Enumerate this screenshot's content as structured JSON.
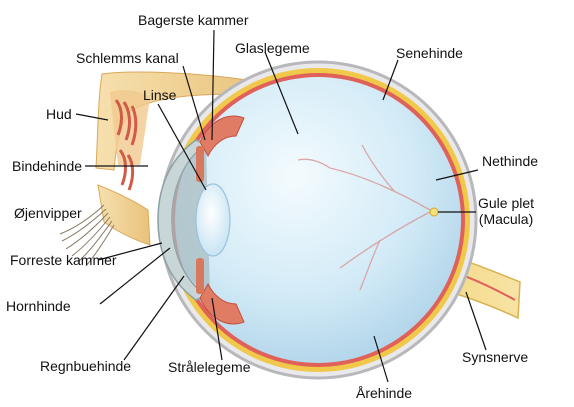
{
  "labels": {
    "bagerste_kammer": "Bagerste kammer",
    "schlemms_kanal": "Schlemms kanal",
    "glaslegeme": "Glaslegeme",
    "senehinde": "Senehinde",
    "hud": "Hud",
    "linse": "Linse",
    "bindehinde": "Bindehinde",
    "nethinde": "Nethinde",
    "gule_plet_1": "Gule plet",
    "gule_plet_2": "(Macula)",
    "ojenvipper": "Øjenvipper",
    "forreste_kammer": "Forreste kammer",
    "hornhinde": "Hornhinde",
    "regnbuehinde": "Regnbuehinde",
    "straalelegeme": "Strålelegeme",
    "synsnerve": "Synsnerve",
    "aarehinde": "Årehinde"
  },
  "colors": {
    "sclera_outline": "#b8b8bc",
    "choroid": "#f0c84a",
    "retina": "#e0605a",
    "vitreous": "#cfe8f6",
    "vitreous_highlight": "#eef8fd",
    "lens": "#dff1fb",
    "iris": "#d8785e",
    "cornea": "#8aa0a6",
    "skin": "#f4d79a",
    "vessels": "#d99a9a",
    "leader_line": "#111111"
  }
}
